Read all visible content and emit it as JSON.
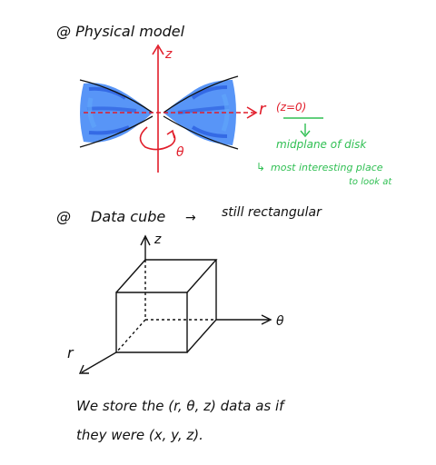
{
  "section_physical": {
    "heading": "@ Physical model",
    "axis_z": "z",
    "axis_r": "r",
    "r_note": "(z=0)",
    "axis_theta": "θ",
    "midplane_note": "midplane of disk",
    "arrow_note_prefix": "↳",
    "interesting_note": "most interesting place",
    "interesting_note_cont": "to look at",
    "colors": {
      "disk": "#3b82f6",
      "axes": "#e11d2a",
      "annotation": "#2fbf52",
      "ink": "#111111"
    }
  },
  "section_cube": {
    "heading_at": "@",
    "heading_main": "Data cube",
    "heading_arrow": "→",
    "heading_note": "still rectangular",
    "axis_z": "z",
    "axis_theta": "θ",
    "axis_r": "r"
  },
  "footer": {
    "line1": "We store the (r, θ, z) data as if",
    "line2": "they were (x, y, z)."
  }
}
